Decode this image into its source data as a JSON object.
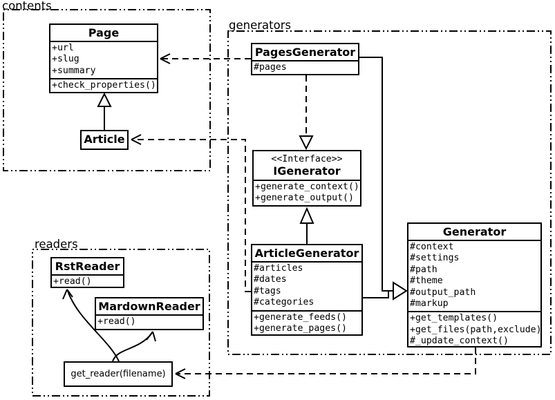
{
  "colors": {
    "line": "#000000",
    "background": "#ffffff"
  },
  "packages": {
    "contents": {
      "label": "contents"
    },
    "generators": {
      "label": "generators"
    },
    "readers": {
      "label": "readers"
    }
  },
  "classes": {
    "page": {
      "name": "Page",
      "attributes": [
        "+url",
        "+slug",
        "+summary"
      ],
      "methods": [
        "+check_properties()"
      ]
    },
    "article": {
      "name": "Article"
    },
    "pages_generator": {
      "name": "PagesGenerator",
      "attributes": [
        "#pages"
      ]
    },
    "igenerator": {
      "stereotype": "<<Interface>>",
      "name": "IGenerator",
      "methods": [
        "+generate_context()",
        "+generate_output()"
      ]
    },
    "article_generator": {
      "name": "ArticleGenerator",
      "attributes": [
        "#articles",
        "#dates",
        "#tags",
        "#categories"
      ],
      "methods": [
        "+generate_feeds()",
        "+generate_pages()"
      ]
    },
    "generator": {
      "name": "Generator",
      "attributes": [
        "#context",
        "#settings",
        "#path",
        "#theme",
        "#output_path",
        "#markup"
      ],
      "methods": [
        "+get_templates()",
        "+get_files(path,exclude)",
        "#_update_context()"
      ]
    },
    "rst_reader": {
      "name": "RstReader",
      "methods": [
        "+read()"
      ]
    },
    "mardown_reader": {
      "name": "MardownReader",
      "methods": [
        "+read()"
      ]
    },
    "get_reader_fn": {
      "name": "get_reader(filename)"
    }
  },
  "relationships": [
    {
      "from": "Article",
      "to": "Page",
      "type": "generalization"
    },
    {
      "from": "PagesGenerator",
      "to": "IGenerator",
      "type": "realization"
    },
    {
      "from": "ArticleGenerator",
      "to": "IGenerator",
      "type": "generalization"
    },
    {
      "from": "PagesGenerator",
      "to": "Generator",
      "type": "generalization"
    },
    {
      "from": "ArticleGenerator",
      "to": "Generator",
      "type": "generalization"
    },
    {
      "from": "PagesGenerator",
      "to": "Page",
      "type": "dependency"
    },
    {
      "from": "ArticleGenerator",
      "to": "Article",
      "type": "dependency"
    },
    {
      "from": "Generator",
      "to": "get_reader(filename)",
      "type": "dependency"
    },
    {
      "from": "get_reader(filename)",
      "to": "RstReader",
      "type": "arrow"
    },
    {
      "from": "get_reader(filename)",
      "to": "MardownReader",
      "type": "arrow"
    }
  ]
}
